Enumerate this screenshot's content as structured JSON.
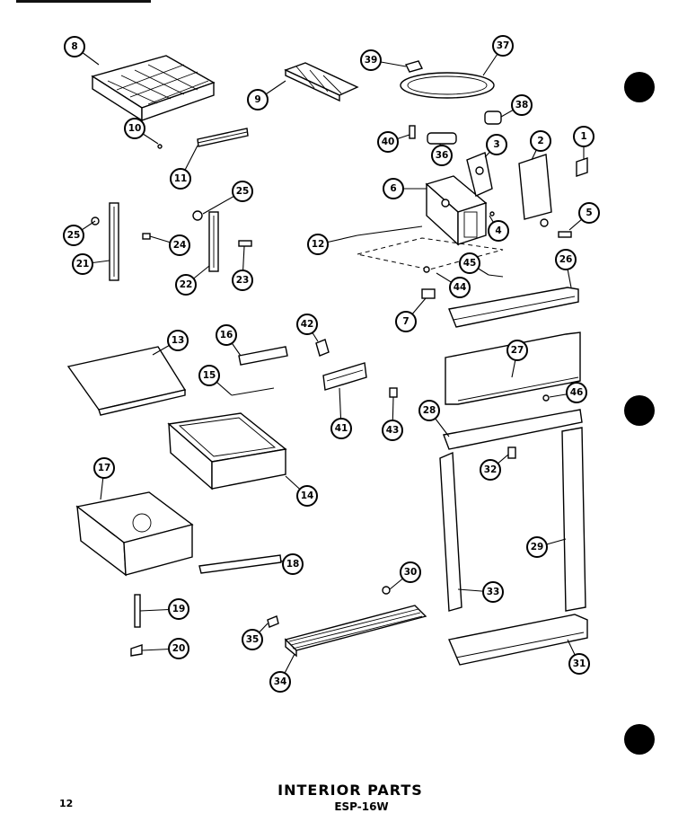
{
  "page": {
    "page_number": "12",
    "title": "INTERIOR PARTS",
    "model": "ESP-16W"
  },
  "callouts": [
    "1",
    "2",
    "3",
    "4",
    "5",
    "6",
    "7",
    "8",
    "9",
    "10",
    "11",
    "12",
    "13",
    "14",
    "15",
    "16",
    "17",
    "18",
    "19",
    "20",
    "21",
    "22",
    "23",
    "24",
    "25",
    "25",
    "26",
    "27",
    "28",
    "29",
    "30",
    "31",
    "32",
    "33",
    "34",
    "35",
    "36",
    "37",
    "38",
    "39",
    "40",
    "41",
    "42",
    "43",
    "44",
    "45",
    "46"
  ]
}
